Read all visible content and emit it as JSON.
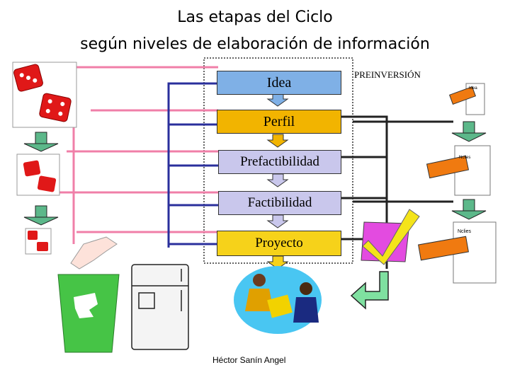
{
  "title": {
    "line1": "Las etapas del Ciclo",
    "line2": "según niveles de elaboración de información"
  },
  "stages": [
    "Idea",
    "Perfil",
    "Prefactibilidad",
    "Factibilidad",
    "Proyecto"
  ],
  "phase_label": "PREINVERSIÓN",
  "author": "Héctor Sanín Angel",
  "note_labels": {
    "note1": "Idea",
    "note2": "Nclies",
    "note3": "Nclies"
  },
  "icons": [
    "dice-icon",
    "down-arrow-icon",
    "pen-notepad-icon",
    "trash-bin-icon",
    "refrigerator-icon",
    "hand-icon",
    "checkmark-icon",
    "people-meeting-icon",
    "return-arrow-icon"
  ],
  "colors": {
    "idea": "#7fb0e6",
    "perfil": "#f2b400",
    "prefactibilidad": "#c9c7ec",
    "factibilidad": "#c9c7ec",
    "proyecto": "#f6d21a",
    "pink_line": "#f07fa8",
    "blue_line": "#2a2f9c",
    "dark_line": "#222222",
    "green_arrow": "#5cb88a"
  }
}
